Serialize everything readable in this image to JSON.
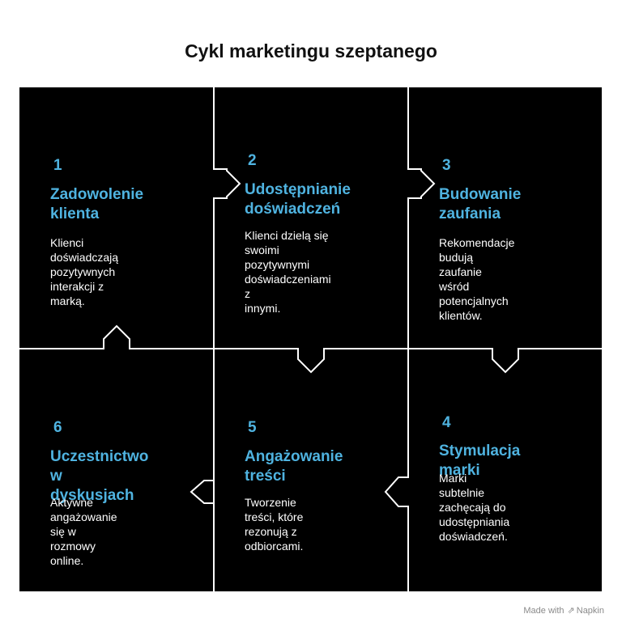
{
  "title": "Cykl marketingu szeptanego",
  "steps": [
    {
      "number": "1",
      "heading": "Zadowolenie\nklienta",
      "description": "Klienci doświadczają\npozytywnych interakcji z\nmarką."
    },
    {
      "number": "2",
      "heading": "Udostępnianie\ndoświadczeń",
      "description": "Klienci dzielą się swoimi\npozytywnymi\ndoświadczeniami z\ninnymi."
    },
    {
      "number": "3",
      "heading": "Budowanie\nzaufania",
      "description": "Rekomendacje budują\nzaufanie wśród\npotencjalnych klientów."
    },
    {
      "number": "4",
      "heading": "Stymulacja marki",
      "description": "Marki subtelnie\nzachęcają do\nudostępniania\ndoświadczeń."
    },
    {
      "number": "5",
      "heading": "Angażowanie\ntreści",
      "description": "Tworzenie treści, które\nrezonują z odbiorcami."
    },
    {
      "number": "6",
      "heading": "Uczestnictwo w\ndyskusjach",
      "description": "Aktywne angażowanie\nsię w rozmowy online."
    }
  ],
  "footer": {
    "made_with": "Made with",
    "brand": "Napkin",
    "brand_icon": "napkin-logo-icon"
  },
  "colors": {
    "accent": "#4fb3e0",
    "background": "#000000",
    "text": "#ffffff"
  }
}
